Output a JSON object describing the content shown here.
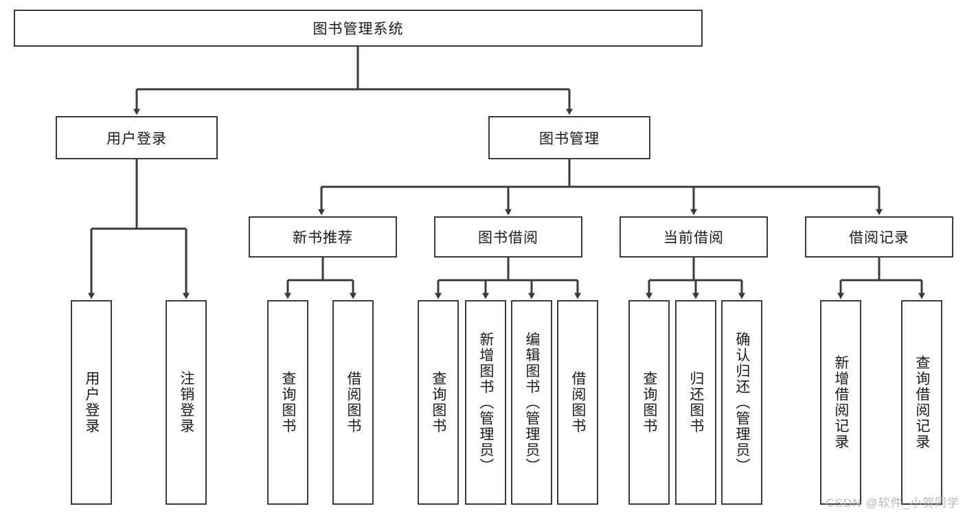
{
  "diagram": {
    "type": "tree-hierarchy",
    "root": {
      "label": "图书管理系统"
    },
    "level2": [
      {
        "label": "用户登录"
      },
      {
        "label": "图书管理"
      }
    ],
    "level3": [
      {
        "label": "新书推荐"
      },
      {
        "label": "图书借阅"
      },
      {
        "label": "当前借阅"
      },
      {
        "label": "借阅记录"
      }
    ],
    "leaves": {
      "user_login": [
        {
          "label": "用户登录"
        },
        {
          "label": "注销登录"
        }
      ],
      "new_book": [
        {
          "label": "查询图书"
        },
        {
          "label": "借阅图书"
        }
      ],
      "book_borrow": [
        {
          "label": "查询图书"
        },
        {
          "label": "新增图书（管理员）"
        },
        {
          "label": "编辑图书（管理员）"
        },
        {
          "label": "借阅图书"
        }
      ],
      "current_borrow": [
        {
          "label": "查询图书"
        },
        {
          "label": "归还图书"
        },
        {
          "label": "确认归还（管理员）"
        }
      ],
      "borrow_record": [
        {
          "label": "新增借阅记录"
        },
        {
          "label": "查询借阅记录"
        }
      ]
    }
  },
  "watermark": {
    "text": "CSDN @软件_小贺同学"
  },
  "colors": {
    "stroke": "#3a3a3a",
    "background": "#ffffff",
    "text": "#1a1a1a",
    "watermark": "#b9b9b9"
  }
}
